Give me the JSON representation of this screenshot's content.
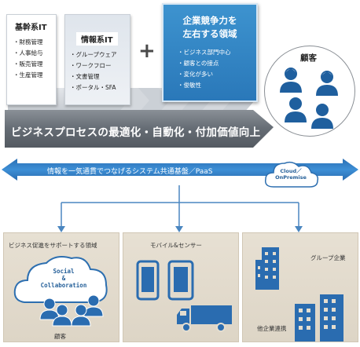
{
  "kikan": {
    "title": "基幹系IT",
    "items": [
      "財務管理",
      "人事給与",
      "販売管理",
      "生産管理"
    ]
  },
  "joho": {
    "title": "情報系IT",
    "items": [
      "グループウェア",
      "ワークフロー",
      "文書管理",
      "ポータル・SFA"
    ]
  },
  "plus": "+",
  "competitive": {
    "title_line1": "企業競争力を",
    "title_line2": "左右する領域",
    "items": [
      "ビジネス部門中心",
      "顧客との接点",
      "変化が多い",
      "俊敏性"
    ]
  },
  "customer_label": "顧客",
  "banner": "ビジネスプロセスの最適化・自動化・付加価値向上",
  "platform": {
    "label": "情報を一気通貫でつなげるシステム共通基盤／PaaS",
    "cloud_line1": "Cloud／",
    "cloud_line2": "OnPremise"
  },
  "panels": [
    {
      "title": "ビジネス促進をサポートする領域",
      "cloud_line1": "Social",
      "cloud_line2": "&",
      "cloud_line3": "Collaboration",
      "caption": "顧客"
    },
    {
      "title": "モバイル&センサー"
    },
    {
      "group_label": "グループ企業",
      "partner_label": "他企業連携"
    }
  ],
  "colors": {
    "accent_blue": "#2e7ec0",
    "dark_gray": "#5e6670",
    "panel_bg": "#e4ddcf"
  }
}
